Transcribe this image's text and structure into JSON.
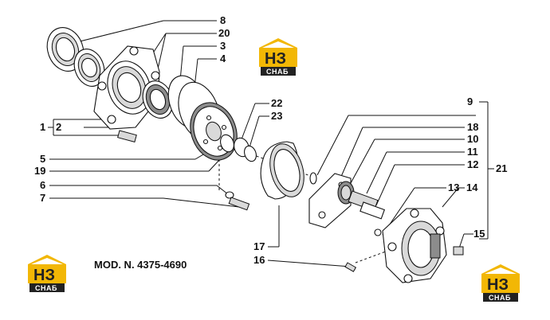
{
  "model_caption": "MOD. N. 4375-4690",
  "logo": {
    "letters": "НЗ",
    "subtitle": "СНАБ",
    "accent_color": "#f2b705",
    "dark_color": "#222222"
  },
  "callouts": [
    "1",
    "2",
    "3",
    "4",
    "5",
    "6",
    "7",
    "8",
    "9",
    "10",
    "11",
    "12",
    "13",
    "14",
    "15",
    "16",
    "17",
    "18",
    "19",
    "20",
    "21",
    "22",
    "23"
  ]
}
